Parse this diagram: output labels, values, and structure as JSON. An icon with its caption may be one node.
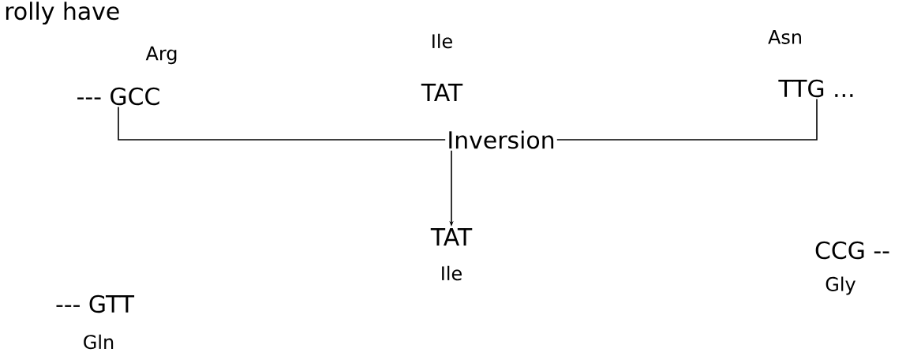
{
  "diagram": {
    "nodes": [
      {
        "text": [
          "--- GCC"
        ],
        "beside": [
          "Arg"
        ]
      },
      {
        "text": [
          "TAT"
        ],
        "beside": [
          "Ile"
        ]
      },
      {
        "text": [
          "TTG ..."
        ],
        "beside": [
          "Asn"
        ]
      },
      {
        "text": [
          "Inversion"
        ]
      },
      {
        "text": [
          "TAT"
        ],
        "beside": [
          "Ile"
        ]
      },
      {
        "text": [
          "--- GTT"
        ],
        "beside": [
          "Gln"
        ]
      },
      {
        "text": [
          "CCG --"
        ],
        "beside": [
          "Gly"
        ]
      }
    ],
    "edges": [
      {
        "from": 0,
        "to": 3,
        "arrow": "none"
      },
      {
        "from": 3,
        "to": 2,
        "arrow": "none"
      },
      {
        "from": 3,
        "to": 4,
        "arrow": "to"
      }
    ],
    "labels": [
      "rolly have"
    ]
  }
}
